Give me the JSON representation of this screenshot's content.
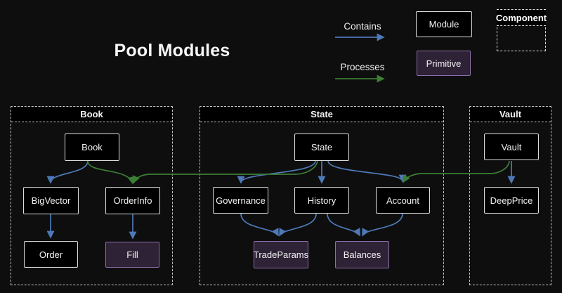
{
  "title": "Pool Modules",
  "colors": {
    "background": "#0e0e0e",
    "text": "#ececec",
    "module_fill": "#000000",
    "module_border": "#dcdcdc",
    "primitive_fill": "#2e2236",
    "primitive_border": "#8d6fa7",
    "container_border": "#c6c6c6",
    "container_header_fill": "#000000",
    "contains_arrow": "#4e79b8",
    "processes_arrow": "#3c7e35"
  },
  "legend": {
    "contains_label": "Contains",
    "processes_label": "Processes",
    "module_label": "Module",
    "primitive_label": "Primitive",
    "component_label": "Component",
    "icons": [
      "contains-arrow-icon",
      "processes-arrow-icon"
    ]
  },
  "containers": {
    "book": {
      "title": "Book"
    },
    "state": {
      "title": "State"
    },
    "vault": {
      "title": "Vault"
    }
  },
  "nodes": {
    "book": {
      "label": "Book",
      "type": "module",
      "container": "Book"
    },
    "bigvector": {
      "label": "BigVector",
      "type": "module",
      "container": "Book"
    },
    "orderinfo": {
      "label": "OrderInfo",
      "type": "module",
      "container": "Book"
    },
    "order": {
      "label": "Order",
      "type": "module",
      "container": "Book"
    },
    "fill": {
      "label": "Fill",
      "type": "primitive",
      "container": "Book"
    },
    "state": {
      "label": "State",
      "type": "module",
      "container": "State"
    },
    "governance": {
      "label": "Governance",
      "type": "module",
      "container": "State"
    },
    "history": {
      "label": "History",
      "type": "module",
      "container": "State"
    },
    "account": {
      "label": "Account",
      "type": "module",
      "container": "State"
    },
    "tradeparams": {
      "label": "TradeParams",
      "type": "primitive",
      "container": "State"
    },
    "balances": {
      "label": "Balances",
      "type": "primitive",
      "container": "State"
    },
    "vault": {
      "label": "Vault",
      "type": "module",
      "container": "Vault"
    },
    "deepprice": {
      "label": "DeepPrice",
      "type": "module",
      "container": "Vault"
    }
  },
  "edges": [
    {
      "from": "Book",
      "to": "BigVector",
      "type": "contains"
    },
    {
      "from": "BigVector",
      "to": "Order",
      "type": "contains"
    },
    {
      "from": "OrderInfo",
      "to": "Fill",
      "type": "contains"
    },
    {
      "from": "State",
      "to": "Governance",
      "type": "contains"
    },
    {
      "from": "State",
      "to": "History",
      "type": "contains"
    },
    {
      "from": "State",
      "to": "Account",
      "type": "contains"
    },
    {
      "from": "Governance",
      "to": "TradeParams",
      "type": "contains"
    },
    {
      "from": "History",
      "to": "TradeParams",
      "type": "contains"
    },
    {
      "from": "History",
      "to": "Balances",
      "type": "contains"
    },
    {
      "from": "Account",
      "to": "Balances",
      "type": "contains"
    },
    {
      "from": "Vault",
      "to": "DeepPrice",
      "type": "contains"
    },
    {
      "from": "Book",
      "to": "OrderInfo",
      "type": "processes"
    },
    {
      "from": "State",
      "to": "OrderInfo",
      "type": "processes"
    },
    {
      "from": "Vault",
      "to": "Account",
      "type": "processes"
    }
  ]
}
